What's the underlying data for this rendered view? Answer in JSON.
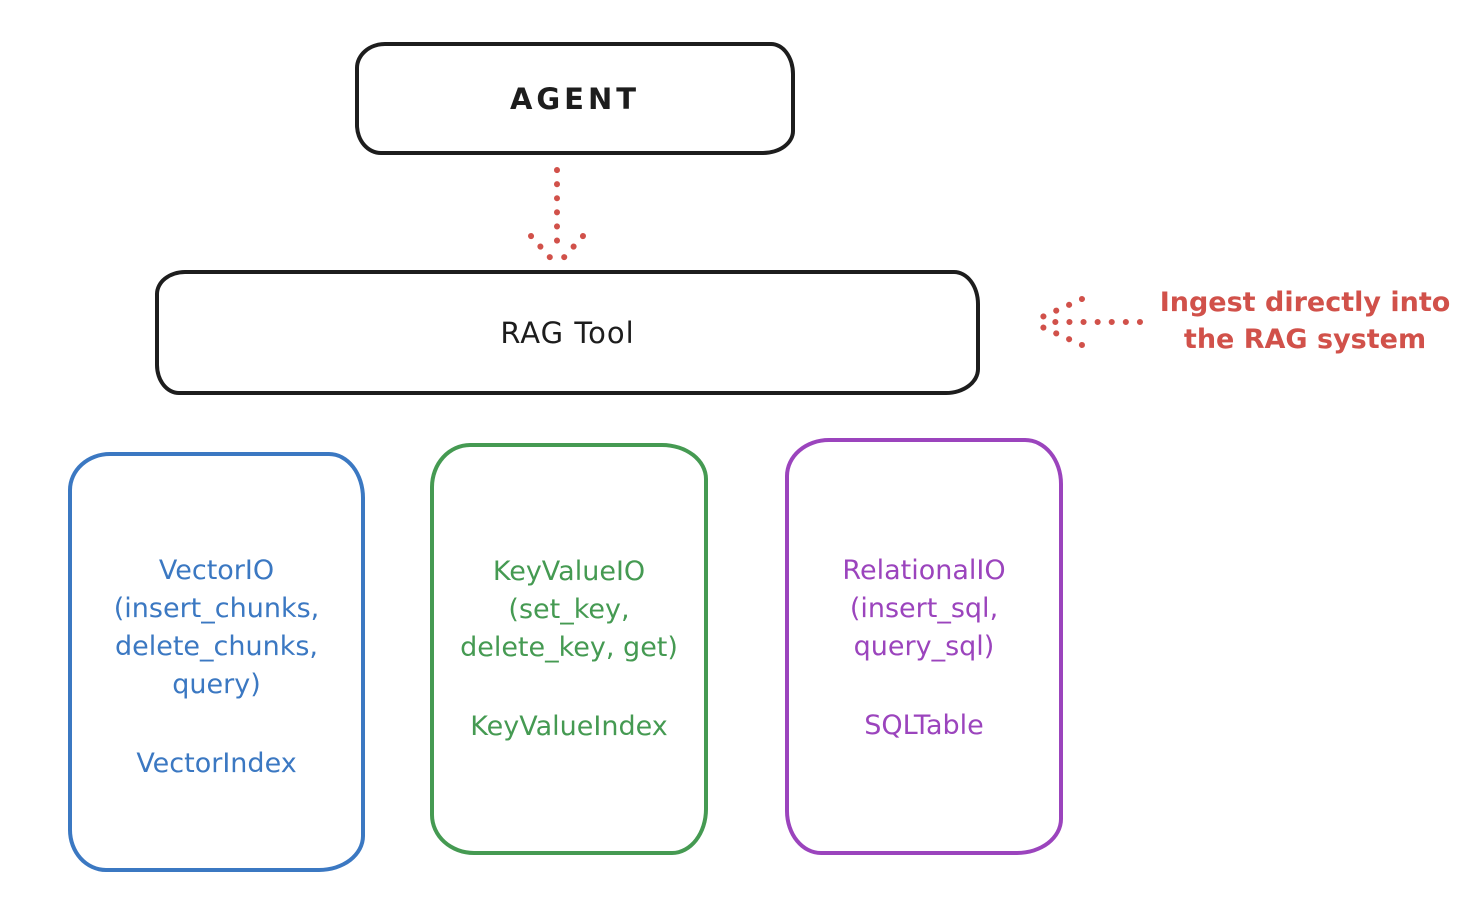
{
  "agent": {
    "label": "AGENT"
  },
  "rag_tool": {
    "label": "RAG Tool"
  },
  "annotation": {
    "text": "Ingest directly into\nthe RAG system",
    "color": "#d1514a"
  },
  "arrows": [
    {
      "name": "agent-to-rag-tool",
      "style": "dotted",
      "direction": "down",
      "color": "#d1514a"
    },
    {
      "name": "annotation-to-rag-tool",
      "style": "dotted",
      "direction": "left",
      "color": "#d1514a"
    }
  ],
  "io_boxes": [
    {
      "title": "VectorIO",
      "methods": "(insert_chunks,\ndelete_chunks,\nquery)",
      "index": "VectorIndex",
      "color": "#3b78c2"
    },
    {
      "title": "KeyValueIO",
      "methods": "(set_key,\ndelete_key, get)",
      "index": "KeyValueIndex",
      "color": "#459a52"
    },
    {
      "title": "RelationalIO",
      "methods": "(insert_sql,\nquery_sql)",
      "index": "SQLTable",
      "color": "#9b44bd"
    }
  ],
  "colors": {
    "stroke_black": "#1d1d1d",
    "background": "#ffffff",
    "red": "#d1514a",
    "blue": "#3b78c2",
    "green": "#459a52",
    "purple": "#9b44bd"
  }
}
